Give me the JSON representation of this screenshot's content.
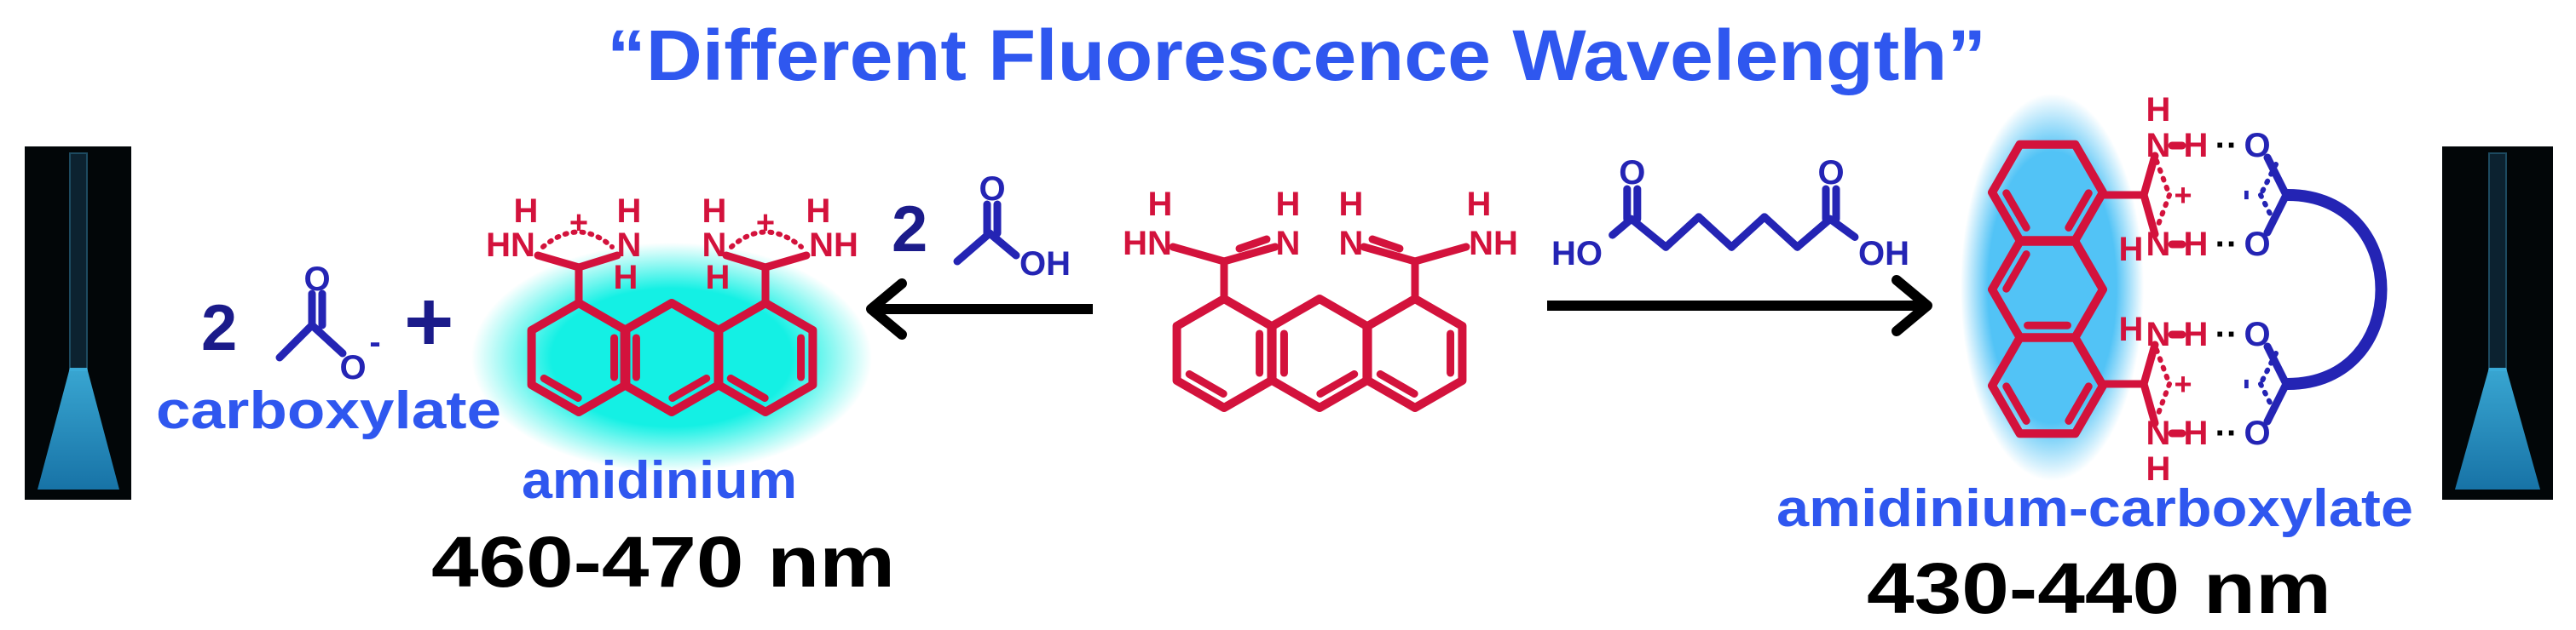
{
  "title": "“Different Fluorescence Wavelength”",
  "left_side": {
    "coefficient": "2",
    "plus": "+",
    "carboxylate_label": "carboxylate",
    "product_label": "amidinium",
    "wavelength": "460-470 nm"
  },
  "acetic_acid": {
    "coefficient": "2"
  },
  "right_side": {
    "product_label": "amidinium-carboxylate",
    "wavelength": "430-440 nm"
  },
  "atoms": {
    "H": "H",
    "N": "N",
    "HN": "HN",
    "NH": "NH",
    "O": "O",
    "OH": "OH",
    "HO": "HO",
    "plus": "+",
    "minus": "-",
    "hbond": "··"
  },
  "colors": {
    "title": "#2f57ef",
    "molecule_red": "#d3123c",
    "reagent_blue": "#2424b4",
    "coefficient_navy": "#1b1b8a",
    "glow_cyan": "#14f0e4",
    "glow_blue": "#52c3f6",
    "arrow": "#000000",
    "wavelength_text": "#000000"
  }
}
